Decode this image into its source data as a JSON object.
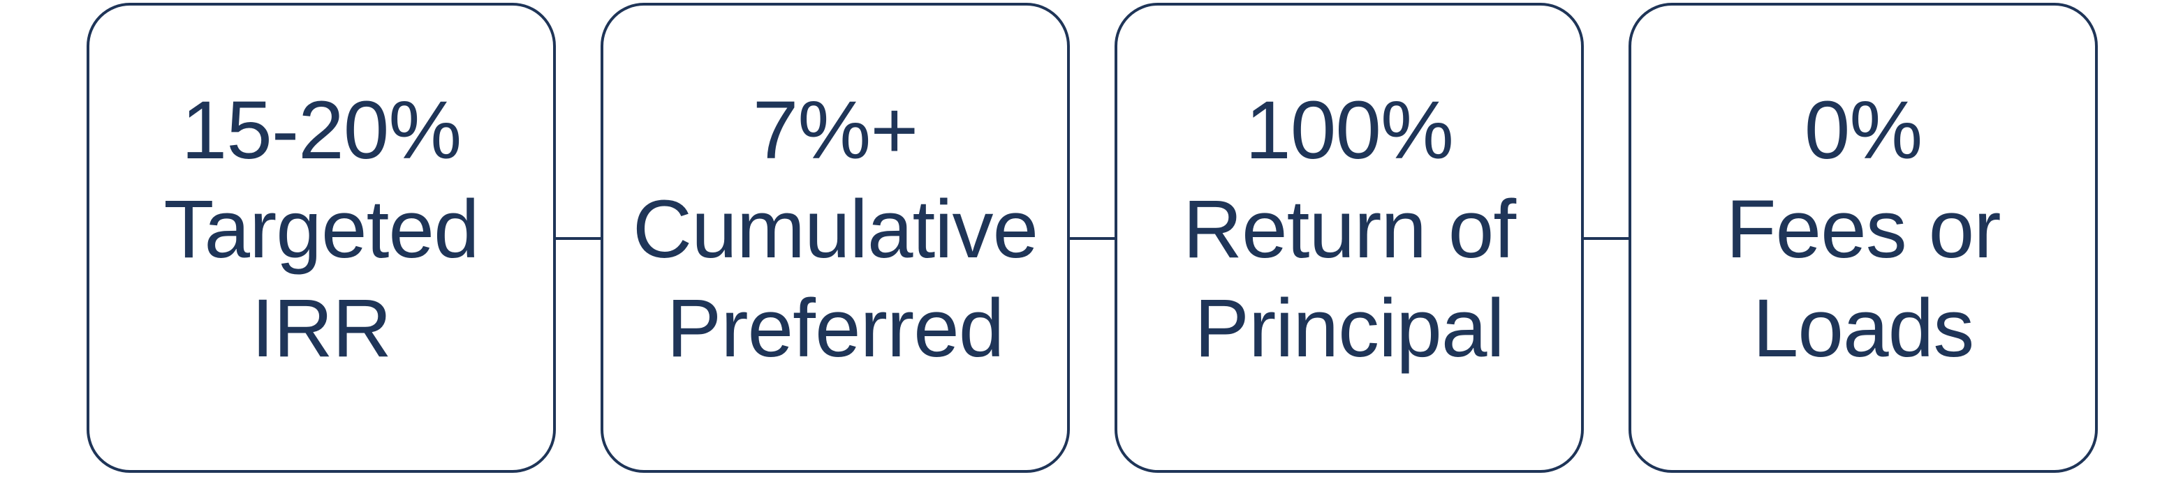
{
  "accent_color": "#1f3558",
  "cards": [
    {
      "lines": [
        "15-20%",
        "Targeted",
        "IRR"
      ]
    },
    {
      "lines": [
        "7%+",
        "Cumulative",
        "Preferred"
      ]
    },
    {
      "lines": [
        "100%",
        "Return of",
        "Principal"
      ]
    },
    {
      "lines": [
        "0%",
        "Fees or",
        "Loads"
      ]
    }
  ]
}
